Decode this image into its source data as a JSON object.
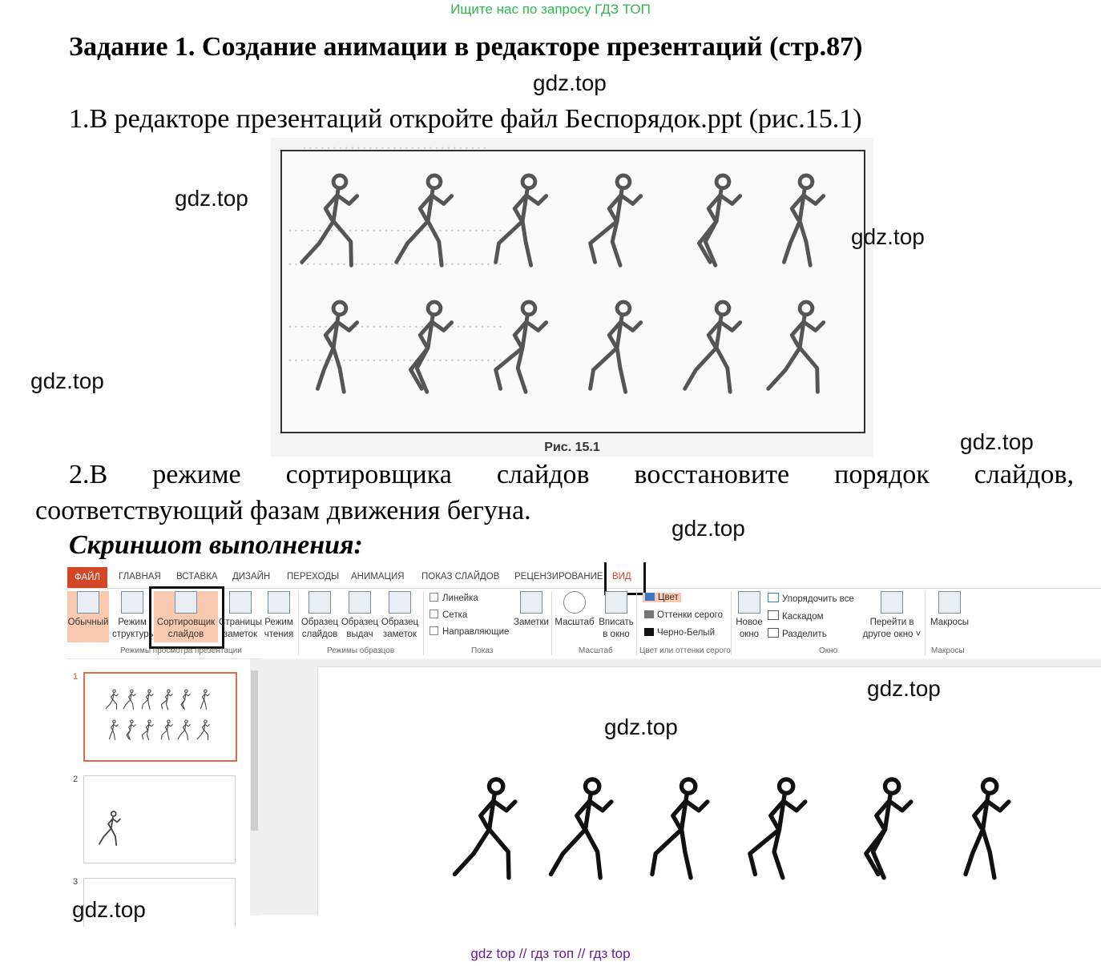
{
  "top_link": "Ищите нас по запросу ГДЗ ТОП",
  "heading": "Задание 1. Создание анимации в редакторе презентаций (стр.87)",
  "watermark": "gdz.top",
  "step1": "1.В редакторе презентаций откройте файл Беспорядок.ppt (рис.15.1)",
  "figure_caption": "Рис. 15.1",
  "step2": {
    "line1": "2.В режиме сортировщика слайдов восстановите порядок слайдов,",
    "line2": "соответствующий фазам движения бегуна."
  },
  "screenshot_label": "Скриншот выполнения:",
  "ribbon": {
    "tabs": [
      "ФАЙЛ",
      "ГЛАВНАЯ",
      "ВСТАВКА",
      "ДИЗАЙН",
      "ПЕРЕХОДЫ",
      "АНИМАЦИЯ",
      "ПОКАЗ СЛАЙДОВ",
      "РЕЦЕНЗИРОВАНИЕ",
      "ВИД"
    ],
    "buttons": {
      "normal": "Обычный",
      "outline": [
        "Режим",
        "структуры"
      ],
      "sorter": [
        "Сортировщик",
        "слайдов"
      ],
      "notes_page": [
        "Страницы",
        "заметок"
      ],
      "reading": [
        "Режим",
        "чтения"
      ],
      "slide_master": [
        "Образец",
        "слайдов"
      ],
      "handout_master": [
        "Образец",
        "выдач"
      ],
      "notes_master": [
        "Образец",
        "заметок"
      ],
      "notes": "Заметки",
      "zoom": "Масштаб",
      "fit": [
        "Вписать",
        "в окно"
      ],
      "new_window": [
        "Новое",
        "окно"
      ],
      "switch_window": [
        "Перейти в",
        "другое окно ˅"
      ],
      "macros": "Макросы"
    },
    "show": {
      "ruler": "Линейка",
      "grid": "Сетка",
      "guides": "Направляющие"
    },
    "color": {
      "color": "Цвет",
      "grayscale": "Оттенки серого",
      "bw": "Черно-Белый"
    },
    "window": {
      "arrange": "Упорядочить все",
      "cascade": "Каскадом",
      "split": "Разделить"
    },
    "groups": {
      "views": "Режимы просмотра презентации",
      "masters": "Режимы образцов",
      "show": "Показ",
      "zoom": "Масштаб",
      "color": "Цвет или оттенки серого",
      "window": "Окно",
      "macros": "Макросы"
    },
    "colors": {
      "file_tab": "#d24726",
      "active_bg": "#f9c9b0",
      "selected_border": "#e06a4a"
    }
  },
  "slides_panel": {
    "numbers": [
      "1",
      "2",
      "3"
    ]
  },
  "footer": "gdz top  //  гдз топ  //  гдз top"
}
